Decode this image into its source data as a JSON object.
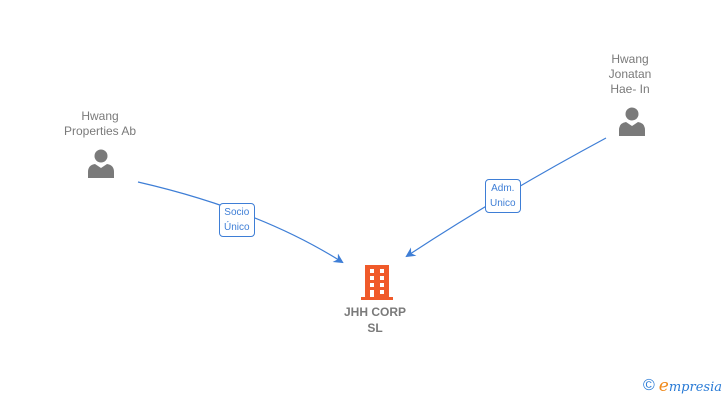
{
  "nodes": {
    "person1": {
      "label": "Hwang\nProperties Ab",
      "icon": "person-icon"
    },
    "person2": {
      "label": "Hwang\nJonatan\nHae- In",
      "icon": "person-icon"
    },
    "company": {
      "label": "JHH CORP\nSL",
      "icon": "building-icon"
    }
  },
  "edges": [
    {
      "from": "person1",
      "to": "company",
      "label": "Socio\nÚnico"
    },
    {
      "from": "person2",
      "to": "company",
      "label": "Adm.\nUnico"
    }
  ],
  "colors": {
    "edge": "#3e7ed6",
    "person": "#7a7a7a",
    "company": "#f05a2a",
    "brand": "#2a7bd6"
  },
  "brand": {
    "copyright": "©",
    "first_letter": "e",
    "rest": "mpresia"
  }
}
